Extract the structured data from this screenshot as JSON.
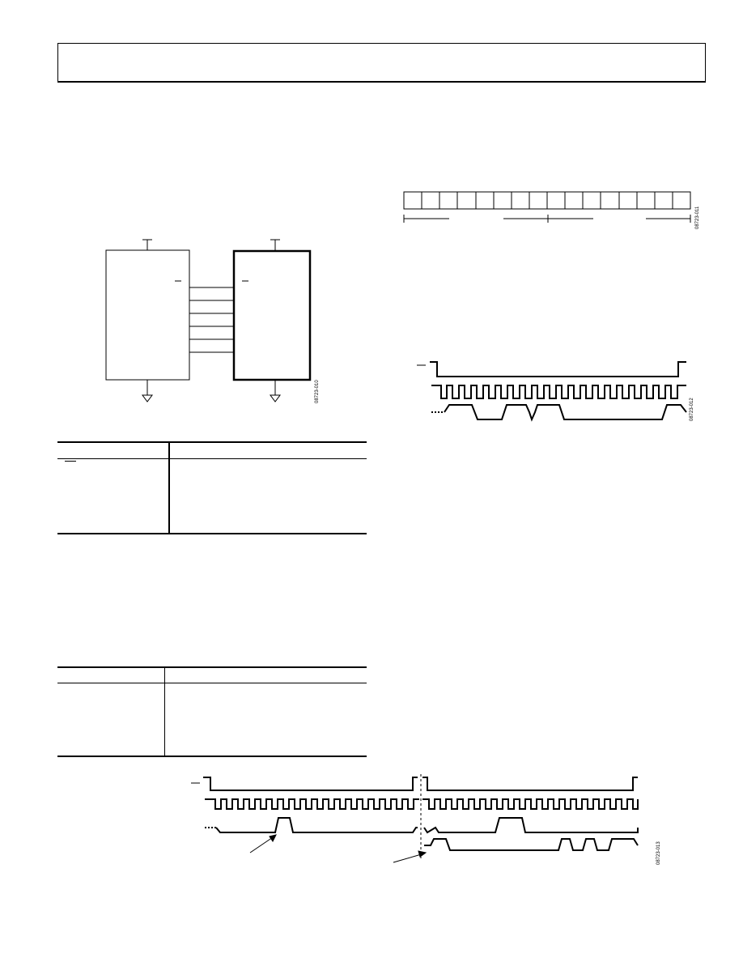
{
  "page": {
    "figure_ids": {
      "connection_diagram": "08723-010",
      "register_map": "08723-011",
      "read_timing": "08723-012",
      "daisy_timing": "08723-013"
    },
    "colors": {
      "ink": "#000000",
      "paper": "#ffffff"
    }
  }
}
